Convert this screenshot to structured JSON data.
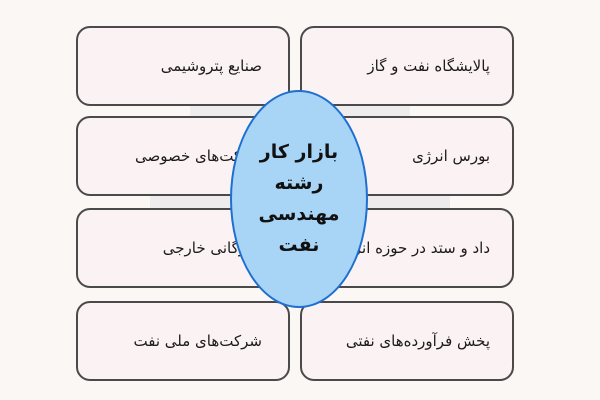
{
  "center": {
    "lines": [
      "بازار کار",
      "رشته",
      "مهندسی",
      "نفت"
    ]
  },
  "left_boxes": [
    "صنایع پتروشیمی",
    "شرکت‌های خصوصی",
    "بازرگانی خارجی",
    "شرکت‌های ملی نفت"
  ],
  "right_boxes": [
    "پالایشگاه نفت و گاز",
    "بورس انرژی",
    "داد و ستد در حوزه انرژی",
    "پخش فرآورده‌های نفتی"
  ],
  "colors": {
    "oval_fill": "#a8d4f5",
    "oval_border": "#1e6fd0",
    "box_fill": "#fbf3f3",
    "box_border": "#4a4a4a"
  }
}
